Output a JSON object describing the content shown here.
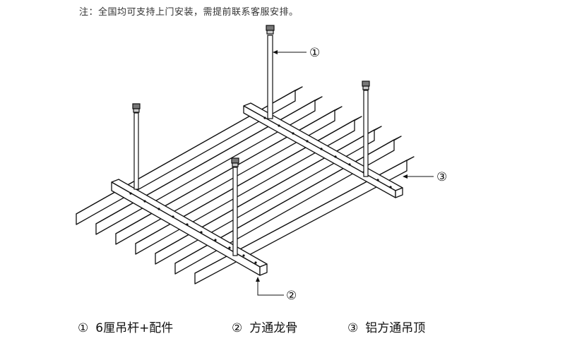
{
  "note": "注：全国均可支持上门安装，需提前联系客服安排。",
  "callouts": [
    {
      "marker": "①",
      "label": "6厘吊杆+配件"
    },
    {
      "marker": "②",
      "label": "方通龙骨"
    },
    {
      "marker": "③",
      "label": "铝方通吊顶"
    }
  ]
}
